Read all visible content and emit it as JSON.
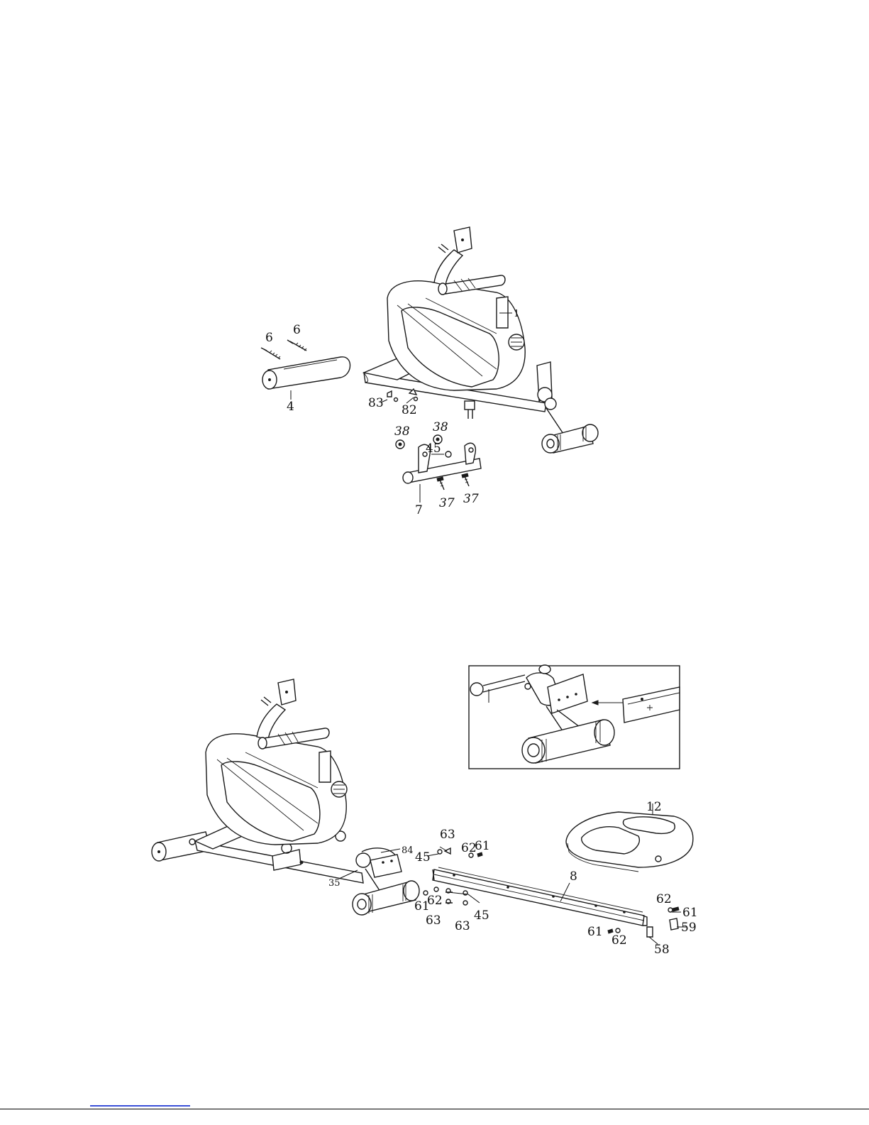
{
  "diagram_top": {
    "labels": {
      "p1": "1",
      "p4": "4",
      "p6a": "6",
      "p6b": "6",
      "p7": "7",
      "p37a": "37",
      "p37b": "37",
      "p38a": "38",
      "p38b": "38",
      "p45": "45",
      "p82": "82",
      "p83": "83"
    }
  },
  "diagram_bottom": {
    "labels": {
      "p8": "8",
      "p12": "12",
      "p35": "35",
      "p84": "84",
      "p45a": "45",
      "p45b": "45",
      "p58": "58",
      "p59": "59",
      "p61a": "61",
      "p61b": "61",
      "p61c": "61",
      "p61d": "61",
      "p62a": "62",
      "p62b": "62",
      "p62c": "62",
      "p62d": "62",
      "p63a": "63",
      "p63b": "63",
      "p63c": "63"
    }
  }
}
